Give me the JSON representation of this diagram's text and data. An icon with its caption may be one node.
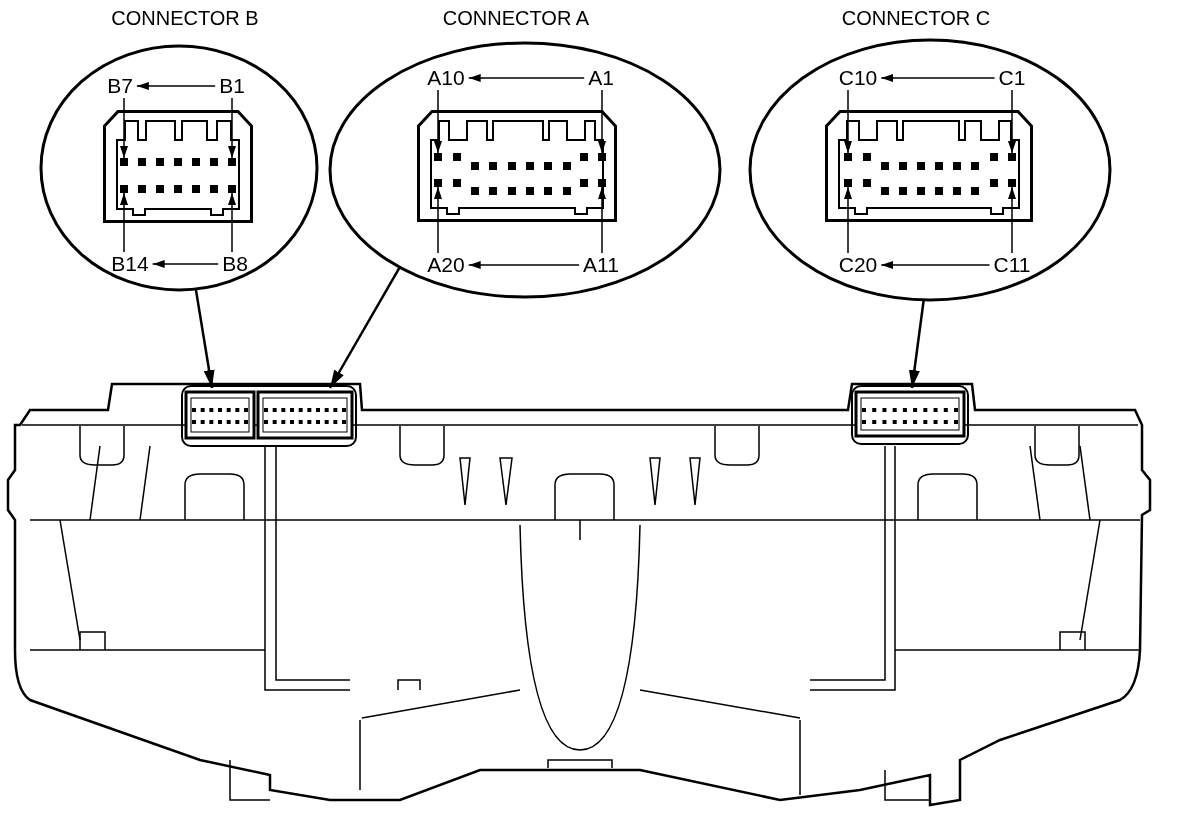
{
  "diagram": {
    "nodes": [
      {
        "text": [
          "CONNECTOR B"
        ]
      },
      {
        "text": [],
        "shape": "picture",
        "in": 0
      },
      {
        "text": [
          "B7"
        ],
        "in": 0
      },
      {
        "text": [
          "B1"
        ],
        "in": 0
      },
      {
        "text": [
          "B14"
        ],
        "in": 0
      },
      {
        "text": [
          "B8"
        ],
        "in": 0
      },
      {
        "text": [],
        "shape": "box",
        "in": 1
      },
      {
        "text": [],
        "shape": "box",
        "in": 1
      },
      {
        "text": [],
        "shape": "box",
        "in": 1
      },
      {
        "text": [],
        "shape": "box",
        "in": 1
      },
      {
        "text": [
          "CONNECTOR A"
        ]
      },
      {
        "text": [],
        "shape": "picture",
        "in": 10
      },
      {
        "text": [
          "A10"
        ],
        "in": 10
      },
      {
        "text": [
          "A1"
        ],
        "in": 10
      },
      {
        "text": [
          "A20"
        ],
        "in": 10
      },
      {
        "text": [
          "A11"
        ],
        "in": 10
      },
      {
        "text": [],
        "shape": "box",
        "in": 11
      },
      {
        "text": [],
        "shape": "box",
        "in": 11
      },
      {
        "text": [],
        "shape": "box",
        "in": 11
      },
      {
        "text": [],
        "shape": "box",
        "in": 11
      },
      {
        "text": [
          "CONNECTOR C"
        ]
      },
      {
        "text": [],
        "shape": "picture",
        "in": 20
      },
      {
        "text": [
          "C10"
        ],
        "in": 20
      },
      {
        "text": [
          "C1"
        ],
        "in": 20
      },
      {
        "text": [
          "C20"
        ],
        "in": 20
      },
      {
        "text": [
          "C11"
        ],
        "in": 20
      },
      {
        "text": [],
        "shape": "box",
        "in": 21
      },
      {
        "text": [],
        "shape": "box",
        "in": 21
      },
      {
        "text": [],
        "shape": "box",
        "in": 21
      },
      {
        "text": [],
        "shape": "box",
        "in": 21
      },
      {
        "text": [],
        "shape": "picture"
      },
      {
        "text": [],
        "shape": "box",
        "in": 30
      },
      {
        "text": [],
        "shape": "box",
        "in": 30
      },
      {
        "text": [],
        "shape": "box",
        "in": 30
      }
    ],
    "edges": [
      {
        "from": 3,
        "to": 2,
        "arrow": "to"
      },
      {
        "from": 5,
        "to": 4,
        "arrow": "to"
      },
      {
        "from": 2,
        "to": 6,
        "arrow": "to"
      },
      {
        "from": 3,
        "to": 7,
        "arrow": "to"
      },
      {
        "from": 4,
        "to": 8,
        "arrow": "to"
      },
      {
        "from": 5,
        "to": 9,
        "arrow": "to"
      },
      {
        "from": 13,
        "to": 12,
        "arrow": "to"
      },
      {
        "from": 15,
        "to": 14,
        "arrow": "to"
      },
      {
        "from": 12,
        "to": 16,
        "arrow": "to"
      },
      {
        "from": 13,
        "to": 17,
        "arrow": "to"
      },
      {
        "from": 14,
        "to": 18,
        "arrow": "to"
      },
      {
        "from": 15,
        "to": 19,
        "arrow": "to"
      },
      {
        "from": 23,
        "to": 22,
        "arrow": "to"
      },
      {
        "from": 25,
        "to": 24,
        "arrow": "to"
      },
      {
        "from": 22,
        "to": 26,
        "arrow": "to"
      },
      {
        "from": 23,
        "to": 27,
        "arrow": "to"
      },
      {
        "from": 24,
        "to": 28,
        "arrow": "to"
      },
      {
        "from": 25,
        "to": 29,
        "arrow": "to"
      },
      {
        "from": 0,
        "to": 31,
        "arrow": "to"
      },
      {
        "from": 10,
        "to": 32,
        "arrow": "to"
      },
      {
        "from": 20,
        "to": 33,
        "arrow": "to"
      }
    ]
  }
}
